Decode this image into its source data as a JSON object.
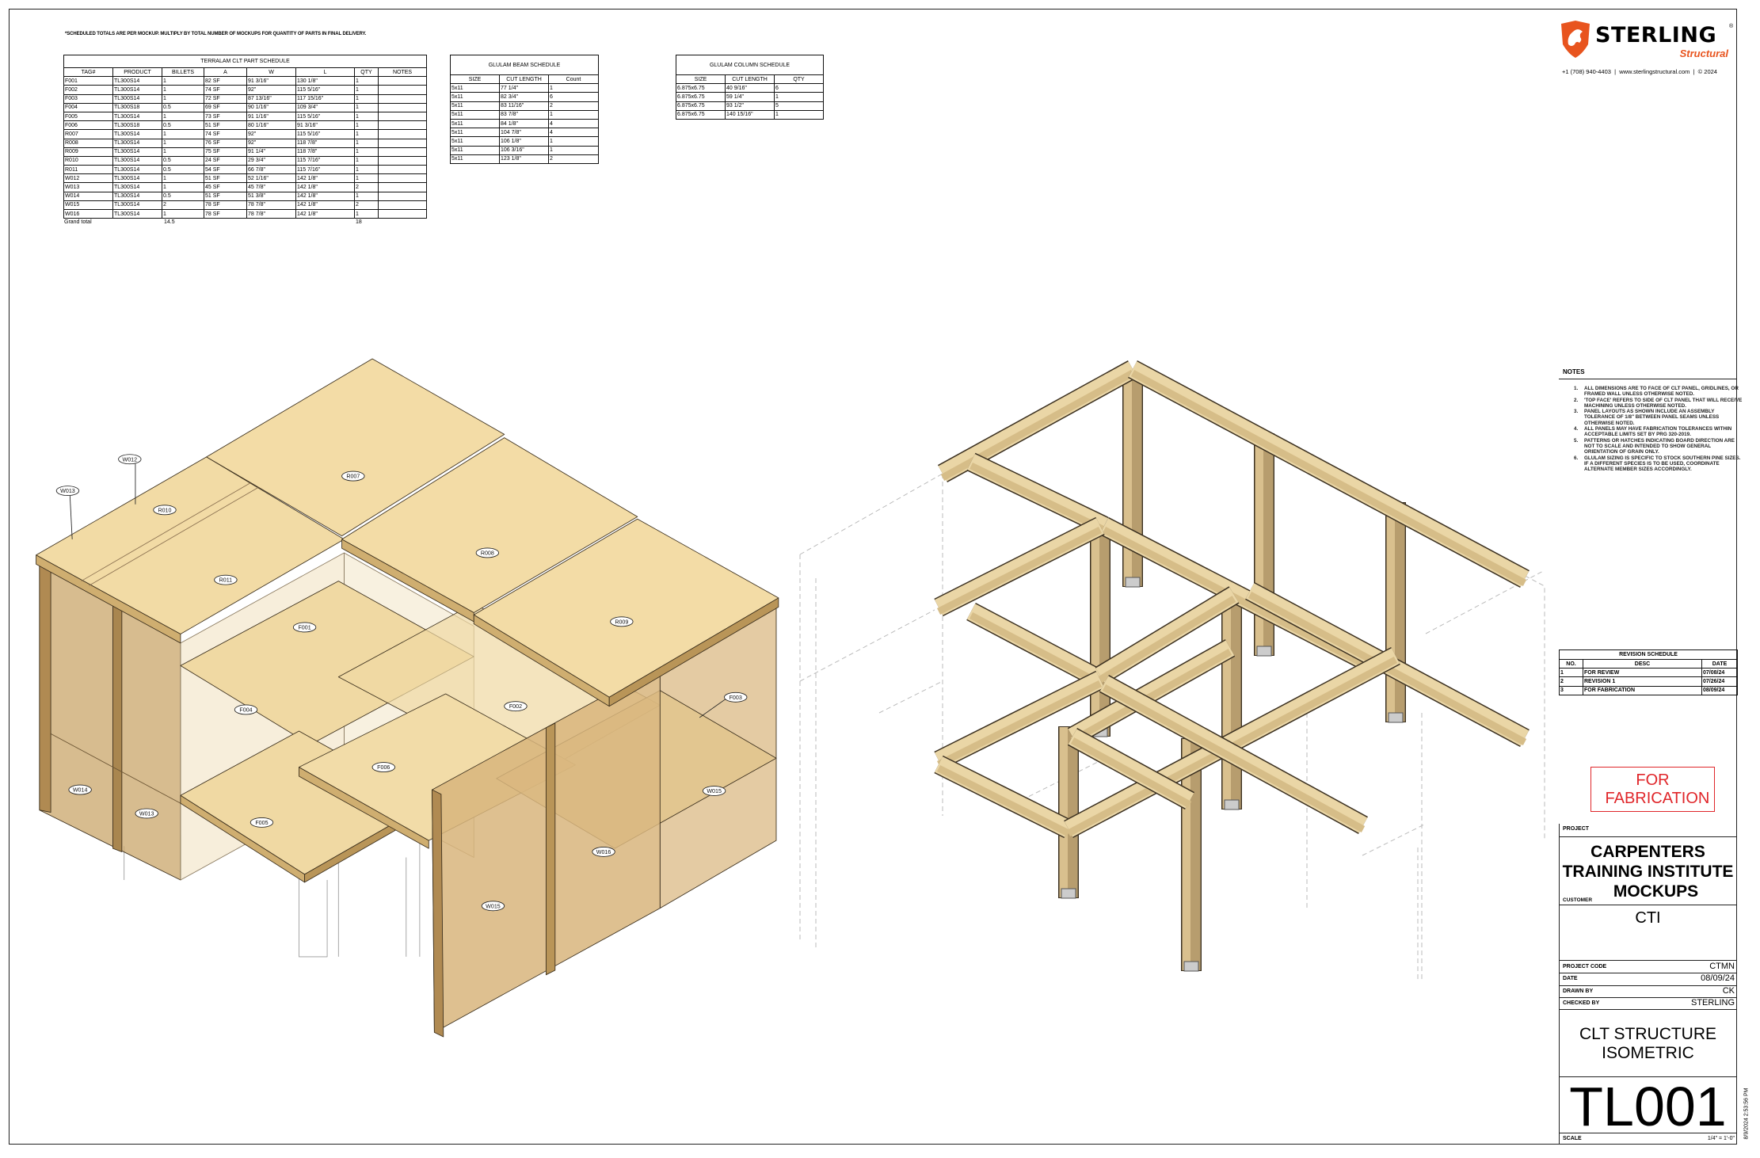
{
  "general_note": "*SCHEDULED TOTALS ARE PER MOCKUP. MULTIPLY BY TOTAL NUMBER OF MOCKUPS FOR QUANTITY OF PARTS IN FINAL DELIVERY.",
  "clt_schedule": {
    "title": "TERRALAM CLT PART SCHEDULE",
    "columns": [
      "TAG#",
      "PRODUCT",
      "BILLETS",
      "A",
      "W",
      "L",
      "QTY",
      "NOTES"
    ],
    "rows": [
      [
        "F001",
        "TL300S14",
        "1",
        "82 SF",
        "91 3/16\"",
        "130 1/8\"",
        "1",
        ""
      ],
      [
        "F002",
        "TL300S14",
        "1",
        "74 SF",
        "92\"",
        "115 5/16\"",
        "1",
        ""
      ],
      [
        "F003",
        "TL300S14",
        "1",
        "72 SF",
        "87 13/16\"",
        "117 15/16\"",
        "1",
        ""
      ],
      [
        "F004",
        "TL300S18",
        "0.5",
        "69 SF",
        "90 1/16\"",
        "109 3/4\"",
        "1",
        ""
      ],
      [
        "F005",
        "TL300S14",
        "1",
        "73 SF",
        "91 1/16\"",
        "115 5/16\"",
        "1",
        ""
      ],
      [
        "F006",
        "TL300S18",
        "0.5",
        "51 SF",
        "80 1/16\"",
        "91 3/16\"",
        "1",
        ""
      ],
      [
        "R007",
        "TL300S14",
        "1",
        "74 SF",
        "92\"",
        "115 5/16\"",
        "1",
        ""
      ],
      [
        "R008",
        "TL300S14",
        "1",
        "76 SF",
        "92\"",
        "118 7/8\"",
        "1",
        ""
      ],
      [
        "R009",
        "TL300S14",
        "1",
        "75 SF",
        "91 1/4\"",
        "118 7/8\"",
        "1",
        ""
      ],
      [
        "R010",
        "TL300S14",
        "0.5",
        "24 SF",
        "29 3/4\"",
        "115 7/16\"",
        "1",
        ""
      ],
      [
        "R011",
        "TL300S14",
        "0.5",
        "54 SF",
        "66 7/8\"",
        "115 7/16\"",
        "1",
        ""
      ],
      [
        "W012",
        "TL300S14",
        "1",
        "51 SF",
        "52 1/16\"",
        "142 1/8\"",
        "1",
        ""
      ],
      [
        "W013",
        "TL300S14",
        "1",
        "45 SF",
        "45 7/8\"",
        "142 1/8\"",
        "2",
        ""
      ],
      [
        "W014",
        "TL300S14",
        "0.5",
        "51 SF",
        "51 3/8\"",
        "142 1/8\"",
        "1",
        ""
      ],
      [
        "W015",
        "TL300S14",
        "2",
        "78 SF",
        "78 7/8\"",
        "142 1/8\"",
        "2",
        ""
      ],
      [
        "W016",
        "TL300S14",
        "1",
        "78 SF",
        "78 7/8\"",
        "142 1/8\"",
        "1",
        ""
      ]
    ],
    "grand_total_label": "Grand total",
    "grand_total_billets": "14.5",
    "grand_total_qty": "18"
  },
  "beam_schedule": {
    "title": "GLULAM BEAM SCHEDULE",
    "columns": [
      "SIZE",
      "CUT LENGTH",
      "Count"
    ],
    "rows": [
      [
        "5x11",
        "77 1/4\"",
        "1"
      ],
      [
        "5x11",
        "82 3/4\"",
        "6"
      ],
      [
        "5x11",
        "83 11/16\"",
        "2"
      ],
      [
        "5x11",
        "83 7/8\"",
        "1"
      ],
      [
        "5x11",
        "84 1/8\"",
        "4"
      ],
      [
        "5x11",
        "104 7/8\"",
        "4"
      ],
      [
        "5x11",
        "106 1/8\"",
        "1"
      ],
      [
        "5x11",
        "106 3/16\"",
        "1"
      ],
      [
        "5x11",
        "123 1/8\"",
        "2"
      ]
    ]
  },
  "column_schedule": {
    "title": "GLULAM COLUMN SCHEDULE",
    "columns": [
      "SIZE",
      "CUT LENGTH",
      "QTY"
    ],
    "rows": [
      [
        "6.875x6.75",
        "40 9/16\"",
        "6"
      ],
      [
        "6.875x6.75",
        "59 1/4\"",
        "1"
      ],
      [
        "6.875x6.75",
        "93 1/2\"",
        "5"
      ],
      [
        "6.875x6.75",
        "140 15/16\"",
        "1"
      ]
    ]
  },
  "clt_tags": [
    "W012",
    "W013",
    "R010",
    "R007",
    "R011",
    "R008",
    "F001",
    "R009",
    "F004",
    "F002",
    "F003",
    "F006",
    "W014",
    "W013",
    "F005",
    "W015",
    "W016",
    "W015"
  ],
  "brand": {
    "name": "STERLING",
    "registered": "®",
    "sub": "Structural",
    "contact": "+1 (708) 940-4403  |  www.sterlingstructural.com  |  © 2024",
    "accent_color": "#e8541e"
  },
  "notes": {
    "title": "NOTES",
    "items": [
      "ALL DIMENSIONS ARE TO FACE OF CLT PANEL, GRIDLINES, OR FRAMED WALL UNLESS OTHERWISE NOTED.",
      "'TOP FACE' REFERS TO SIDE OF CLT PANEL THAT WILL RECEIVE MACHINING UNLESS OTHERWISE NOTED.",
      "PANEL LAYOUTS AS SHOWN INCLUDE AN ASSEMBLY TOLERANCE OF 1/8\" BETWEEN PANEL SEAMS UNLESS OTHERWISE NOTED.",
      "ALL PANELS MAY HAVE FABRICATION TOLERANCES WITHIN ACCEPTABLE LIMITS SET BY PRG 320-2019.",
      "PATTERNS OR HATCHES INDICATING BOARD DIRECTION ARE NOT TO SCALE AND INTENDED TO SHOW GENERAL ORIENTATION OF GRAIN ONLY.",
      "GLULAM SIZING IS SPECIFIC TO STOCK SOUTHERN PINE SIZES. IF A DIFFERENT SPECIES IS TO BE USED, COORDINATE ALTERNATE MEMBER SIZES ACCORDINGLY."
    ]
  },
  "revision_schedule": {
    "title": "REVISION SCHEDULE",
    "columns": [
      "NO.",
      "DESC",
      "DATE"
    ],
    "rows": [
      [
        "1",
        "FOR REVIEW",
        "07/08/24"
      ],
      [
        "2",
        "REVISION 1",
        "07/26/24"
      ],
      [
        "3",
        "FOR FABRICATION",
        "08/09/24"
      ]
    ]
  },
  "stamp": {
    "text": "FOR FABRICATION",
    "color": "#e0262a"
  },
  "title_block": {
    "project_label": "PROJECT",
    "project_lines": [
      "CARPENTERS",
      "TRAINING INSTITUTE",
      "MOCKUPS"
    ],
    "customer_label": "CUSTOMER",
    "customer": "CTI",
    "project_code_label": "PROJECT CODE",
    "project_code": "CTMN",
    "date_label": "DATE",
    "date": "08/09/24",
    "drawn_by_label": "DRAWN BY",
    "drawn_by": "CK",
    "checked_by_label": "CHECKED BY",
    "checked_by": "STERLING",
    "sheet_title_lines": [
      "CLT STRUCTURE",
      "ISOMETRIC"
    ],
    "sheet_number": "TL001",
    "scale_label": "SCALE",
    "scale": "1/4\" = 1'-0\"",
    "timestamp": "8/9/2024 2:53:56 PM"
  }
}
